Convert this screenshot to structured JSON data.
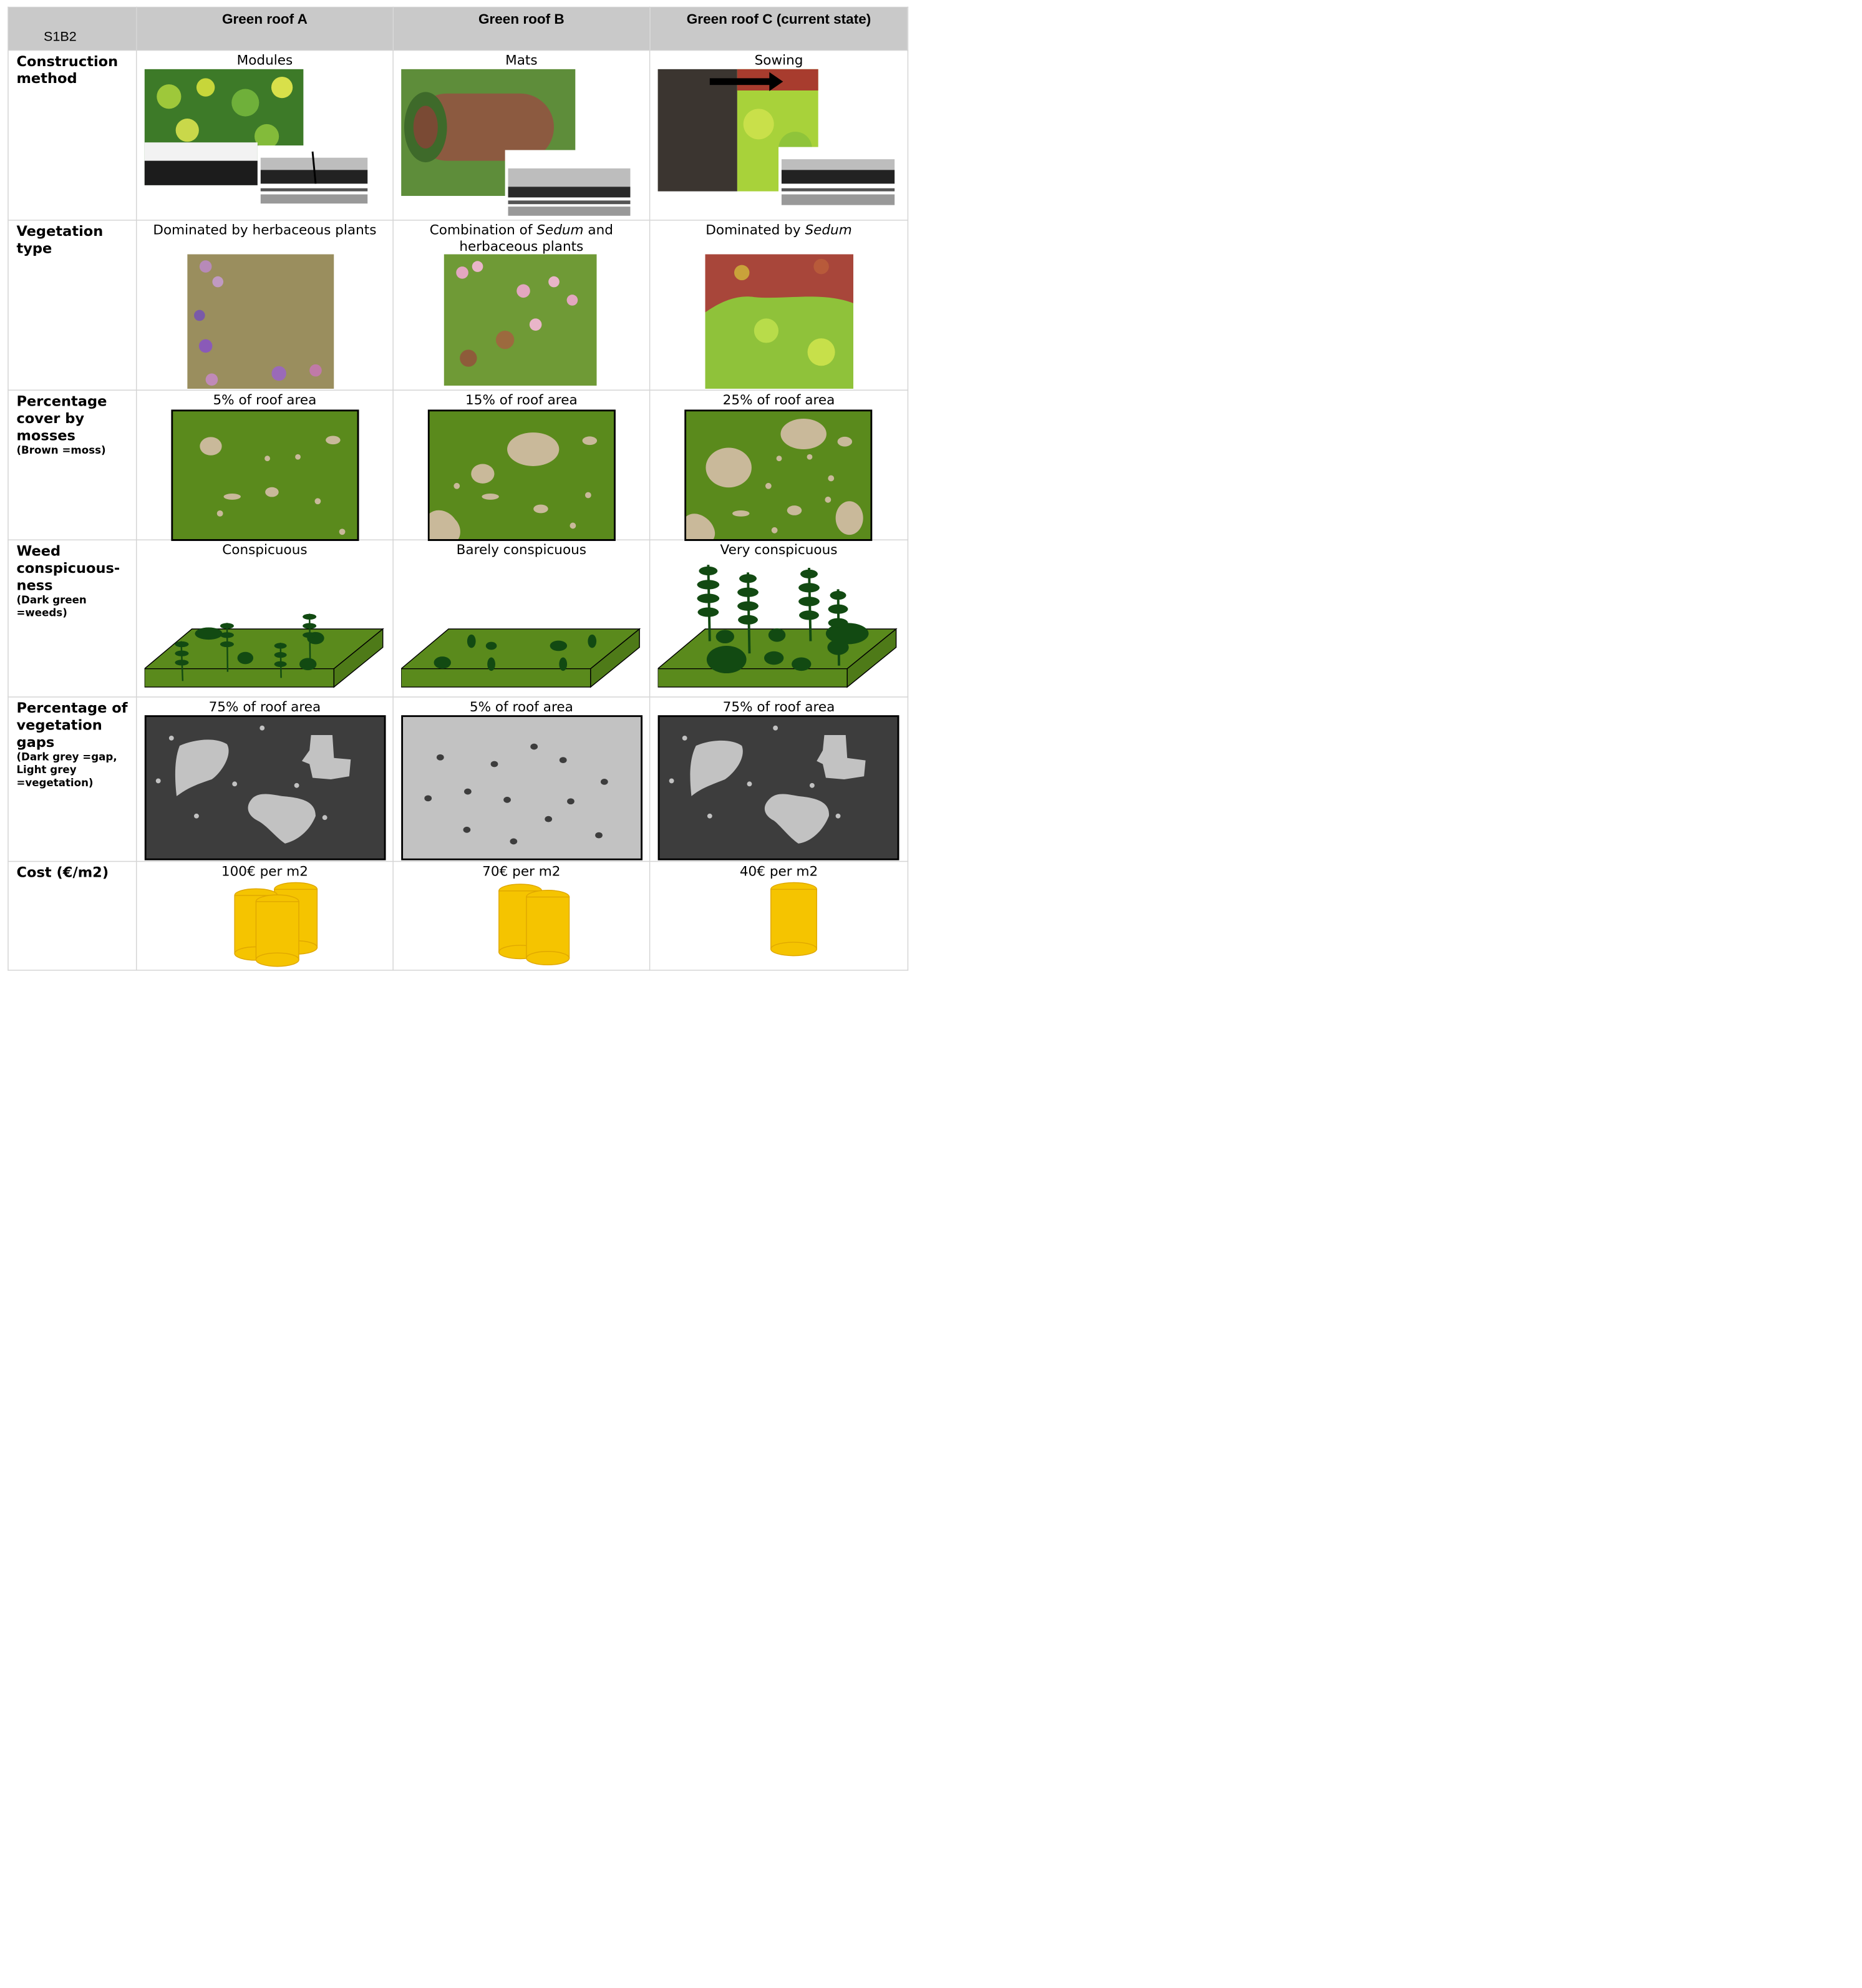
{
  "header": {
    "corner_label": "S1B2",
    "columns": [
      "Green roof A",
      "Green roof B",
      "Green roof C (current state)"
    ]
  },
  "rows": {
    "construction": {
      "label_line1": "Construction",
      "label_line2": "method",
      "values": [
        "Modules",
        "Mats",
        "Sowing"
      ]
    },
    "vegetation": {
      "label_line1": "Vegetation",
      "label_line2": "type",
      "a": "Dominated by herbaceous plants",
      "b_pre": "Combination of ",
      "b_em": "Sedum",
      "b_post": " and",
      "b_line2": "herbaceous plants",
      "c_pre": "Dominated by ",
      "c_em": "Sedum"
    },
    "mosses": {
      "label_line1": "Percentage",
      "label_line2": "cover by",
      "label_line3": "mosses",
      "note": "(Brown =moss)",
      "values": [
        "5% of roof area",
        "15% of roof area",
        "25% of roof area"
      ]
    },
    "weeds": {
      "label_line1": "Weed",
      "label_line2": "conspicuous-",
      "label_line3": "ness",
      "note_line1": "(Dark green",
      "note_line2": "=weeds)",
      "values": [
        "Conspicuous",
        "Barely conspicuous",
        "Very conspicuous"
      ]
    },
    "gaps": {
      "label_line1": "Percentage of",
      "label_line2": "vegetation",
      "label_line3": "gaps",
      "note_line1": "(Dark grey =gap,",
      "note_line2": "Light grey",
      "note_line3": "=vegetation)",
      "values": [
        "75% of roof area",
        "5% of roof area",
        "75% of roof area"
      ]
    },
    "cost": {
      "label": "Cost (€/m2)",
      "values": [
        "100€ per m2",
        "70€ per m2",
        "40€ per m2"
      ]
    }
  },
  "colors": {
    "header_bg": "#c9c9c9",
    "grass": "#5a8a1c",
    "moss": "#c9b99a",
    "weed": "#124a12",
    "gap_dark": "#3d3d3d",
    "veg_light": "#c2c2c2",
    "coin": "#f5c400"
  }
}
